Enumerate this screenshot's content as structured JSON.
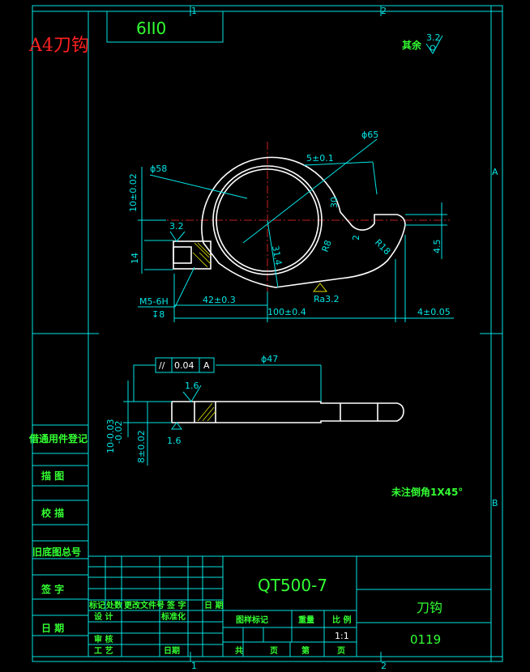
{
  "drawing": {
    "top_code": "6II0",
    "stamp": "A4刀钩",
    "rest_roughness_label": "其余",
    "rest_roughness_value": "3.2",
    "note": "未注倒角1X45°",
    "material": "QT500-7",
    "part_name": "刀钩",
    "drawing_number": "0119",
    "zone_labels": {
      "top_1": "1",
      "top_2": "2",
      "bottom_1": "1",
      "bottom_2": "2",
      "side_A": "A",
      "side_B": "B"
    }
  },
  "dimensions": {
    "d65": "ϕ65",
    "d58": "ϕ58",
    "dim_10_02": "10±0.02",
    "dim_3_2": "3.2",
    "dim_14": "14",
    "thread": "M5-6H",
    "thread_depth": "↧8",
    "dim_42": "42±0.3",
    "dim_100": "100±0.4",
    "dim_4_05": "4±0.05",
    "ra_32": "Ra3.2",
    "dim_5_01": "5±0.1",
    "dim_30": "30",
    "dim_2": "2",
    "dim_4_5": "4.5",
    "dim_r18": "R18",
    "dim_r8": "R8",
    "dim_31_4": "31.4",
    "d47": "ϕ47",
    "tol_symbol": "//",
    "tol_value": "0.04",
    "tol_datum": "A",
    "rough_16_top": "1.6",
    "rough_16_bot": "1.6",
    "dim_10_tol": "10-0.03",
    "dim_10_tol2": "-0.02",
    "dim_8_02": "8±0.02"
  },
  "side_panel": {
    "row1": "借通用件登记",
    "row2": "描  图",
    "row3": "校  描",
    "row4": "旧底图总号",
    "row5": "签  字",
    "row6": "日  期"
  },
  "title_block": {
    "h_mark": "标记",
    "h_count": "处数",
    "h_doc": "更改文件号",
    "h_sign": "签 字",
    "h_date": "日 期",
    "design": "设 计",
    "standard": "标准化",
    "review": "审 核",
    "process": "工 艺",
    "date": "日期",
    "stage_mark": "图样标记",
    "weight": "重量",
    "scale": "比 例",
    "scale_value": "1:1",
    "total": "共",
    "sheets": "页",
    "sheet_no": "第",
    "page": "页"
  }
}
